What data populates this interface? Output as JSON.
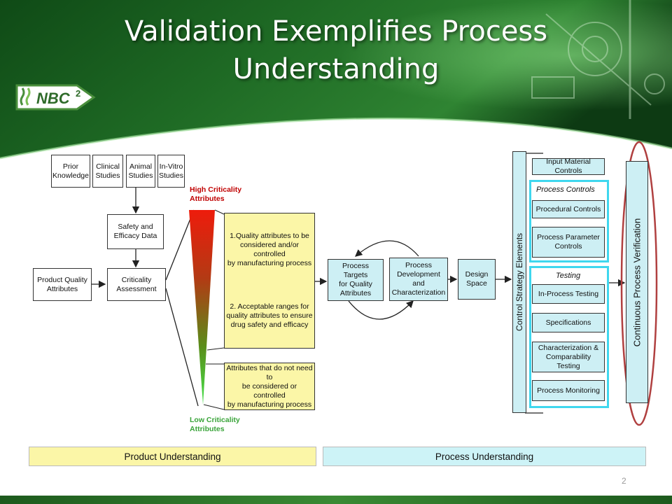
{
  "slide": {
    "title_line1": "Validation Exemplifies Process",
    "title_line2": "Understanding",
    "logo_text": "NBC",
    "logo_superscript": "2",
    "page_number": "2"
  },
  "colors": {
    "header_dark": "#0d3a13",
    "header_mid": "#2f7d2f",
    "cyan_fill": "#cdeff4",
    "cyan_border": "#3fd7ee",
    "yellow_fill": "#fbf6a7",
    "high_red": "#c00000",
    "low_green": "#3aa43a",
    "oval_red": "#b04040"
  },
  "sources": [
    {
      "line1": "Prior",
      "line2": "Knowledge"
    },
    {
      "line1": "Clinical",
      "line2": "Studies"
    },
    {
      "line1": "Animal",
      "line2": "Studies"
    },
    {
      "line1": "In-Vitro",
      "line2": "Studies"
    }
  ],
  "safety": {
    "line1": "Safety and",
    "line2": "Efficacy Data"
  },
  "pqa": {
    "line1": "Product Quality",
    "line2": "Attributes"
  },
  "criticality": {
    "line1": "Criticality",
    "line2": "Assessment"
  },
  "high_label": {
    "line1": "High Criticality",
    "line2": "Attributes"
  },
  "low_label": {
    "line1": "Low Criticality",
    "line2": "Attributes"
  },
  "quality_box": {
    "p1_l1": "1.Quality attributes to be",
    "p1_l2": "considered and/or controlled",
    "p1_l3": "by manufacturing process",
    "p2_l1": "2. Acceptable ranges for",
    "p2_l2": "quality attributes to ensure",
    "p2_l3": "drug safety and efficacy"
  },
  "attr_box": {
    "l1": "Attributes that do not need to",
    "l2": "be considered or controlled",
    "l3": "by manufacturing process"
  },
  "targets": {
    "l1": "Process Targets",
    "l2": "for Quality",
    "l3": "Attributes"
  },
  "development": {
    "l1": "Process",
    "l2": "Development and",
    "l3": "Characterization"
  },
  "design_space": {
    "l1": "Design",
    "l2": "Space"
  },
  "control_strategy_label": "Control Strategy Elements",
  "input_material": "Input Material Controls",
  "process_controls": {
    "label": "Process Controls",
    "procedural": "Procedural Controls",
    "parameter_l1": "Process Parameter",
    "parameter_l2": "Controls"
  },
  "testing": {
    "label": "Testing",
    "in_process": "In-Process Testing",
    "specifications": "Specifications",
    "char_l1": "Characterization &",
    "char_l2": "Comparability Testing",
    "monitoring": "Process Monitoring"
  },
  "cpv_label": "Continuous Process Verification",
  "bottom": {
    "product": "Product Understanding",
    "process": "Process Understanding"
  }
}
